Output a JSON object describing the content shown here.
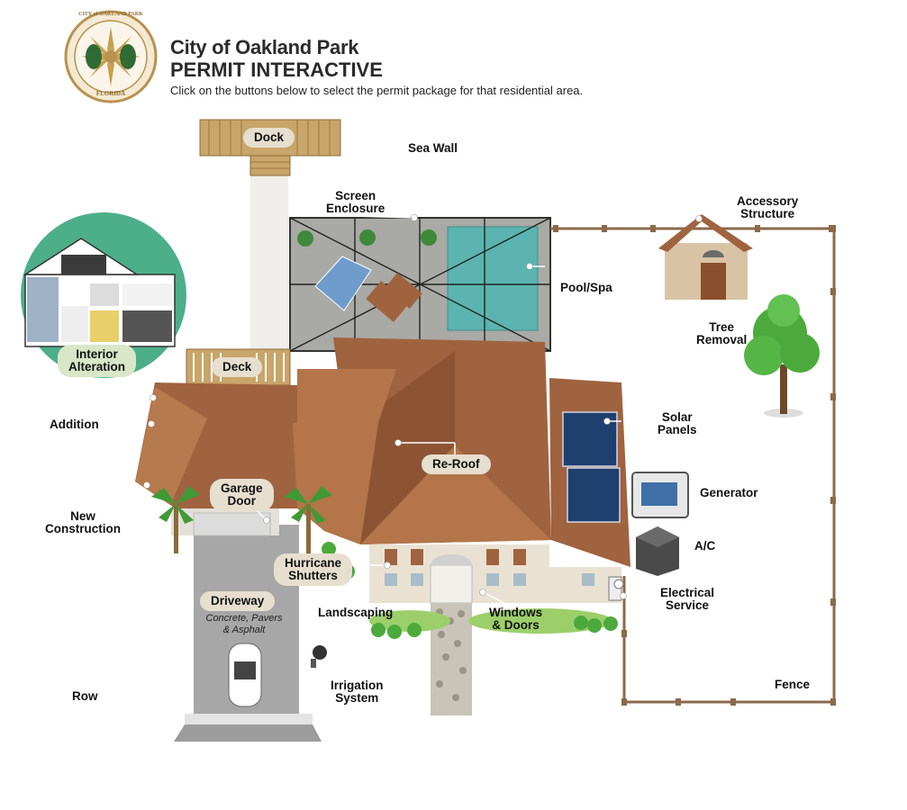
{
  "header": {
    "seal_text_top": "CITY of OAKLAND PARK",
    "seal_text_bottom": "FLORIDA",
    "title": "City of Oakland Park",
    "subtitle": "PERMIT INTERACTIVE",
    "instruction": "Click on the buttons below to select the permit package for that residential area."
  },
  "permits": {
    "dock": "Dock",
    "sea_wall": "Sea Wall",
    "screen_enclosure_1": "Screen",
    "screen_enclosure_2": "Enclosure",
    "accessory_1": "Accessory",
    "accessory_2": "Structure",
    "pool_spa": "Pool/Spa",
    "interior_1": "Interior",
    "interior_2": "Alteration",
    "deck": "Deck",
    "tree_1": "Tree",
    "tree_2": "Removal",
    "addition": "Addition",
    "solar_1": "Solar",
    "solar_2": "Panels",
    "re_roof": "Re-Roof",
    "garage_1": "Garage",
    "garage_2": "Door",
    "generator": "Generator",
    "new_construction_1": "New",
    "new_construction_2": "Construction",
    "ac": "A/C",
    "hurricane_1": "Hurricane",
    "hurricane_2": "Shutters",
    "electrical_1": "Electrical",
    "electrical_2": "Service",
    "driveway": "Driveway",
    "driveway_sub_1": "Concrete, Pavers",
    "driveway_sub_2": "& Asphalt",
    "landscaping": "Landscaping",
    "windows_1": "Windows",
    "windows_2": "& Doors",
    "irrigation_1": "Irrigation",
    "irrigation_2": "System",
    "row": "Row",
    "fence": "Fence"
  },
  "colors": {
    "roof": "#a0633f",
    "roof_dark": "#7a4a2c",
    "wood": "#c8a56a",
    "pool": "#5bb4b0",
    "seal_ring": "#b8924e",
    "interior_circle": "#4caf8a",
    "grass": "#4caa3c"
  }
}
